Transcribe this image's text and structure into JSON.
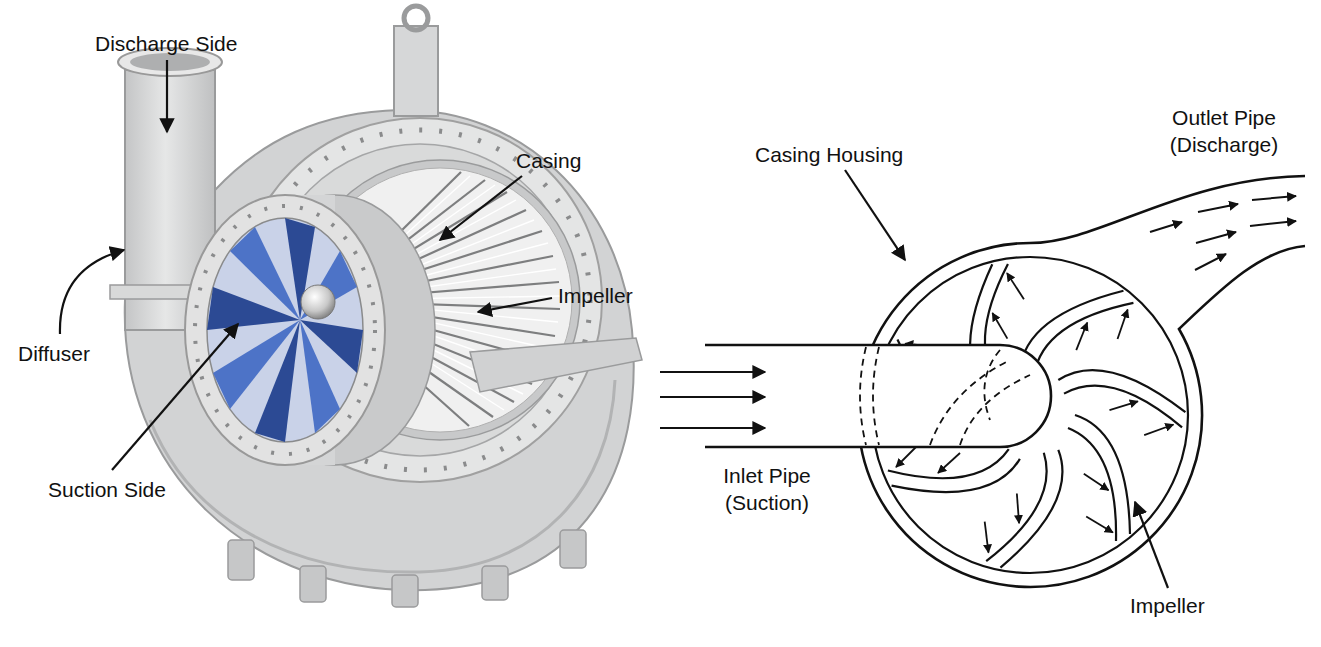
{
  "diagram": {
    "labels": [
      "Discharge Side",
      "Casing",
      "Impeller",
      "Diffuser",
      "Suction Side",
      "Casing Housing",
      "Outlet Pipe (Discharge)",
      "Inlet Pipe (Suction)",
      "Impeller"
    ]
  }
}
